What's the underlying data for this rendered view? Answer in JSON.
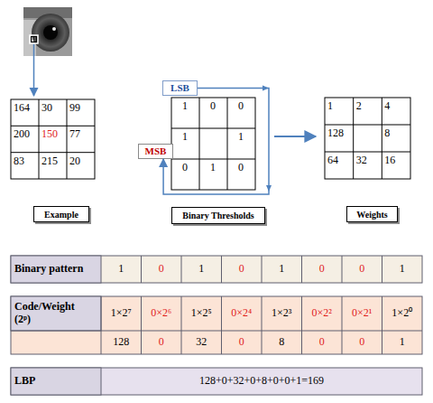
{
  "diagram": {
    "nodes": [
      {
        "text": [
          "LSB"
        ]
      },
      {
        "text": [
          "MSB"
        ]
      },
      {
        "text": [
          "Example"
        ]
      },
      {
        "text": [
          "Binary Thresholds"
        ]
      },
      {
        "text": [
          "Weights"
        ]
      }
    ],
    "edges": [
      {
        "from": 0,
        "to": 1,
        "arrow": "to"
      }
    ],
    "labels": [
      "164",
      "30",
      "99",
      "200",
      "150",
      "77",
      "83",
      "215",
      "20",
      "1",
      "0",
      "0",
      "1",
      "1",
      "0",
      "1",
      "0",
      "1",
      "2",
      "4",
      "128",
      "8",
      "64",
      "32",
      "16",
      "Binary pattern",
      "1",
      "0",
      "1",
      "0",
      "1",
      "0",
      "0",
      "1",
      "Code/Weight (2ᵖ)",
      "1×2⁷",
      "0×2⁶",
      "1×2⁵",
      "0×2⁴",
      "1×2³",
      "0×2²",
      "0×2¹",
      "1×2⁰",
      "128",
      "0",
      "32",
      "0",
      "8",
      "0",
      "0",
      "1",
      "LBP",
      "128+0+32+0+8+0+0+1=169"
    ]
  }
}
